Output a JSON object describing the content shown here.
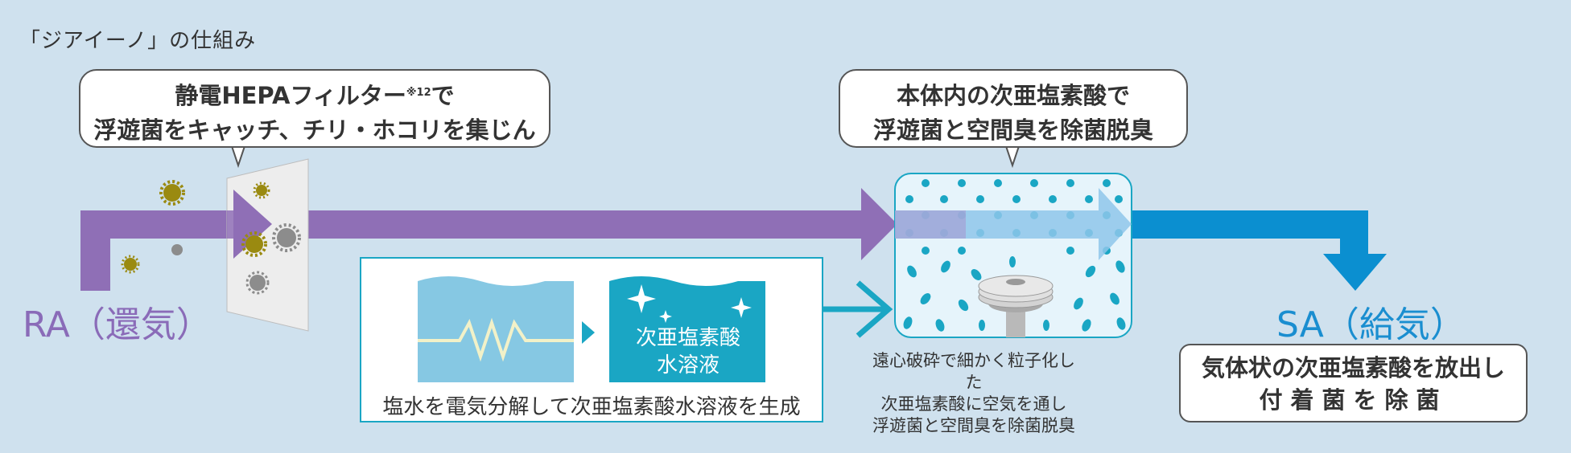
{
  "title": "「ジアイーノ」の仕組み",
  "bubble_left": {
    "line1": "静電HEPAフィルター",
    "line1_sup": "※12",
    "line1_end": "で",
    "line2": "浮遊菌をキャッチ、チリ・ホコリを集じん"
  },
  "bubble_right": {
    "line1": "本体内の次亜塩素酸で",
    "line2": "浮遊菌と空間臭を除菌脱臭"
  },
  "ra_label": "RA（還気）",
  "sa_label": "SA（給気）",
  "electrolysis": {
    "solution_line1": "次亜塩素酸",
    "solution_line2": "水溶液",
    "caption": "塩水を電気分解して次亜塩素酸水溶液を生成"
  },
  "centrifuge": {
    "line1": "遠心破砕で細かく粒子化した",
    "line2": "次亜塩素酸に空気を通し",
    "line3": "浮遊菌と空間臭を除菌脱臭"
  },
  "sa_box": {
    "line1": "気体状の次亜塩素酸を放出し",
    "line2": "付着菌を除菌"
  },
  "colors": {
    "background": "#cfe1ee",
    "purple_flow": "#8f6fb6",
    "blue_flow": "#0b8fd0",
    "teal": "#1aa6c4",
    "light_blue_water": "#86c8e3",
    "particle_olive": "#9a8a10",
    "particle_gray": "#8c8c8c"
  }
}
